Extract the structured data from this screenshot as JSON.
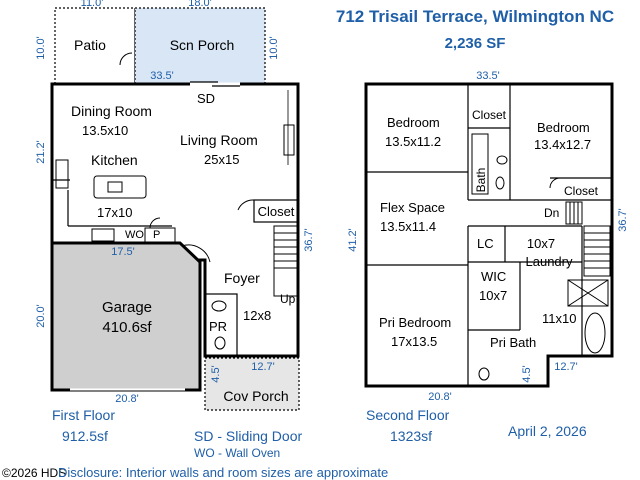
{
  "header": {
    "address": "712 Trisail Terrace, Wilmington NC",
    "area": "2,236 SF",
    "date": "April 2, 2026"
  },
  "first_floor": {
    "label": "First Floor",
    "area": "912.5sf",
    "rooms": {
      "patio": "Patio",
      "scn_porch": "Scn Porch",
      "dining": "Dining Room",
      "dining_dim": "13.5x10",
      "living": "Living Room",
      "living_dim": "25x15",
      "kitchen": "Kitchen",
      "kitchen_dim": "17x10",
      "closet": "Closet",
      "foyer": "Foyer",
      "foyer_dim": "12x8",
      "garage": "Garage",
      "garage_area": "410.6sf",
      "pr": "PR",
      "cov_porch": "Cov Porch",
      "sd": "SD",
      "wo": "WO",
      "p": "P",
      "up": "Up"
    },
    "dims": {
      "top_11": "11.0'",
      "top_18": "18.0'",
      "patio_h": "10.0'",
      "porch_h": "10.0'",
      "w_33": "33.5'",
      "left_21": "21.2'",
      "right_36": "36.7'",
      "garage_w": "17.5'",
      "garage_h": "20.0'",
      "garage_bottom": "20.8'",
      "cov_w": "12.7'",
      "cov_h": "4.5'"
    }
  },
  "second_floor": {
    "label": "Second Floor",
    "area": "1323sf",
    "rooms": {
      "bed1": "Bedroom",
      "bed1_dim": "13.5x11.2",
      "bed2": "Bedroom",
      "bed2_dim": "13.4x12.7",
      "closet1": "Closet",
      "closet2": "Closet",
      "bath": "Bath",
      "flex": "Flex Space",
      "flex_dim": "13.5x11.4",
      "dn": "Dn",
      "lc": "LC",
      "laundry_dim": "10x7",
      "laundry": "Laundry",
      "wic": "WIC",
      "wic_dim": "10x7",
      "pri_bed": "Pri Bedroom",
      "pri_bed_dim": "17x13.5",
      "pri_bath": "Pri Bath",
      "pri_bath_dim": "11x10"
    },
    "dims": {
      "top_w": "33.5'",
      "left_h": "41.2'",
      "right_h": "36.7'",
      "bottom_w": "20.8'",
      "notch_w": "12.7'",
      "notch_h": "4.5'"
    }
  },
  "legend": {
    "sd_note": "SD - Sliding Door",
    "wo_note": "WO - Wall Oven"
  },
  "footer": {
    "disclosure": "Disclosure: Interior walls and room sizes are approximate",
    "copyright": "©2026 HDS"
  },
  "colors": {
    "title_blue": "#1f5fa8",
    "garage_fill": "#cfcfcf",
    "porch_fill": "#d8e6f5",
    "cov_fill": "#e6e6e6"
  }
}
